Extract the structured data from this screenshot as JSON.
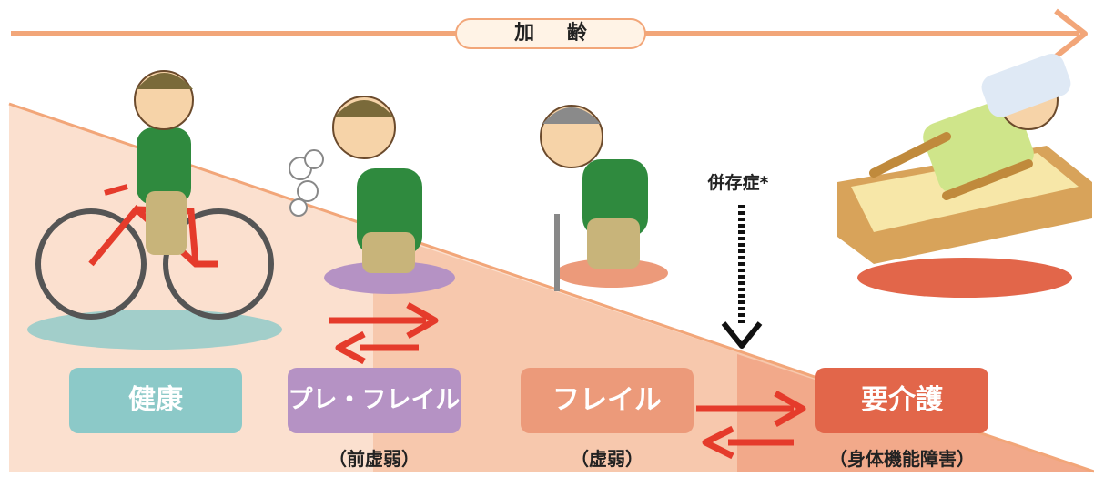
{
  "header": {
    "aging_label": "加 齢"
  },
  "stages": [
    {
      "label": "健康",
      "sub": "",
      "color": "#8cc9c8"
    },
    {
      "label": "プレ・フレイル",
      "sub": "（前虚弱）",
      "color": "#b592c4"
    },
    {
      "label": "フレイル",
      "sub": "（虚弱）",
      "color": "#ec9a7a"
    },
    {
      "label": "要介護",
      "sub": "（身体機能障害）",
      "color": "#e2664a"
    }
  ],
  "comorbidity": {
    "label": "併存症*"
  },
  "colors": {
    "aging_arrow": "#f2a679",
    "triangle_light": "#fbe0cf",
    "triangle_mid": "#f7c8ad",
    "triangle_dark": "#f2a98a",
    "arrow_red": "#e53b2b"
  },
  "illustrations": [
    "cyclist",
    "tired-man",
    "man-with-cane",
    "patient-in-bed"
  ]
}
